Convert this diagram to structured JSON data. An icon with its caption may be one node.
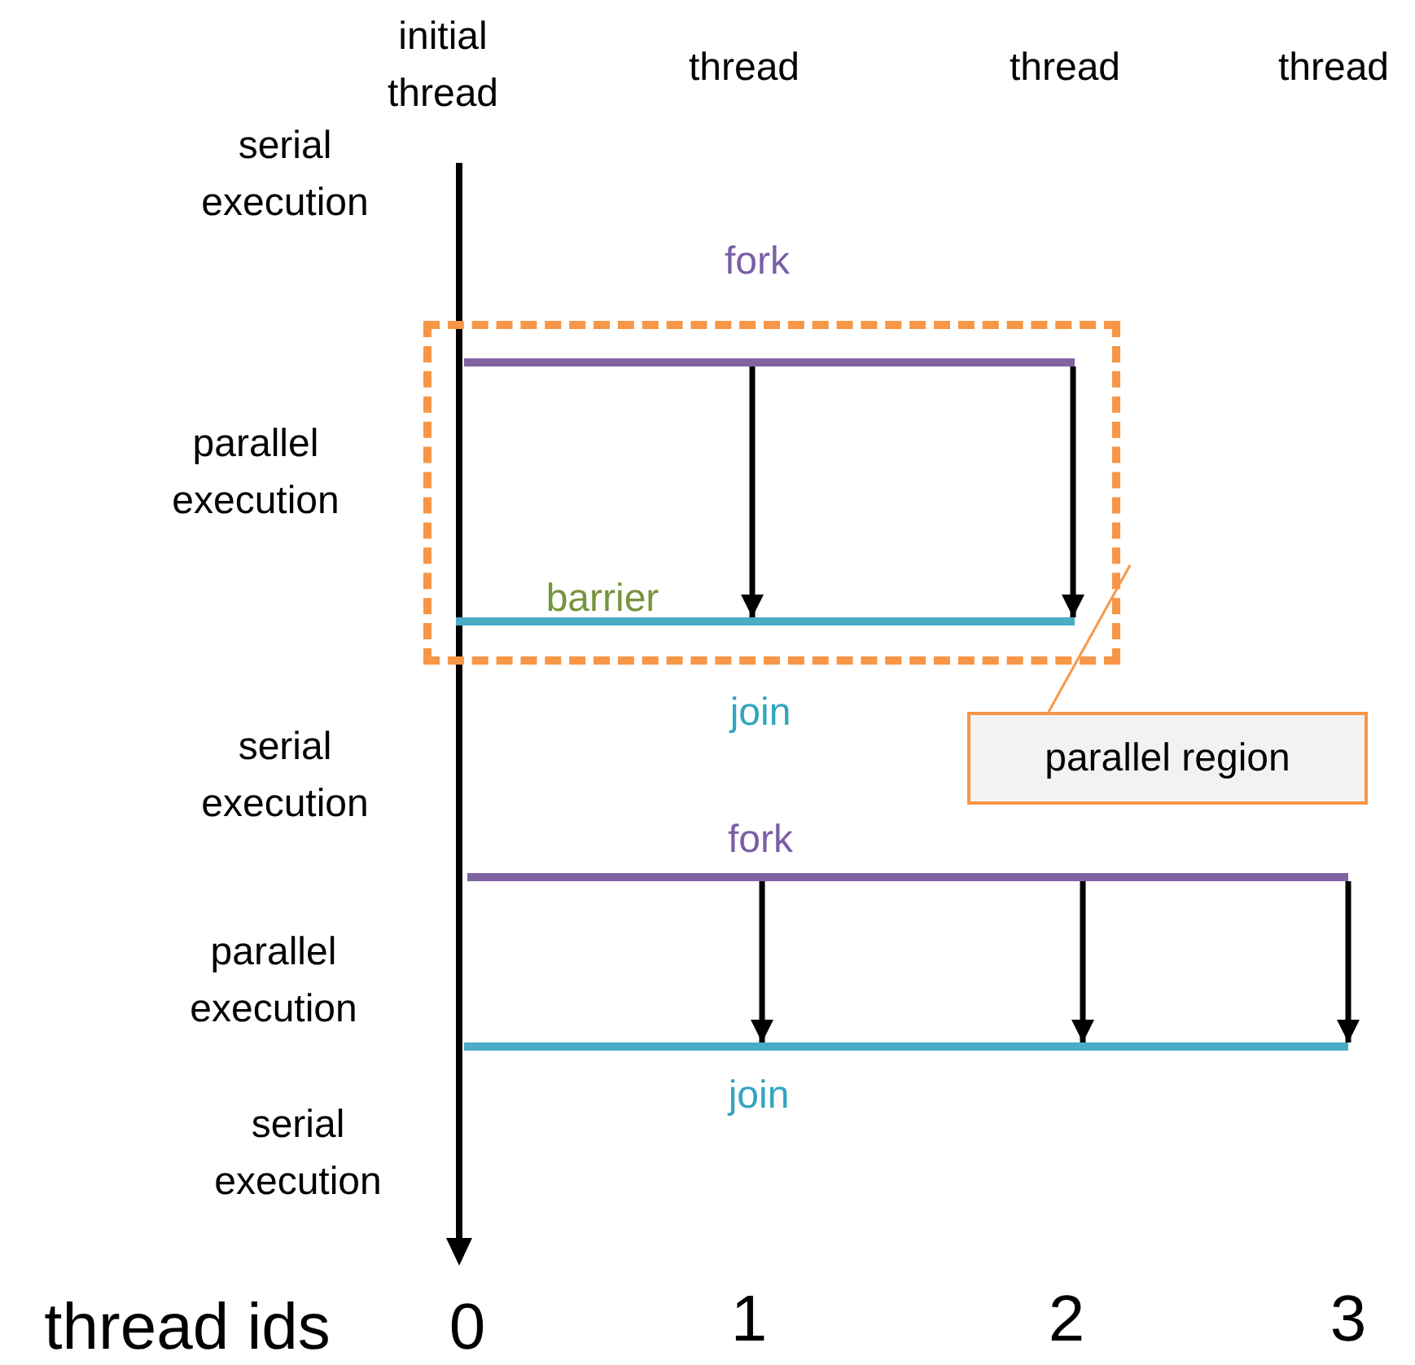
{
  "diagram": {
    "nodes": [
      {
        "text": [],
        "shape": "box"
      },
      {
        "text": [],
        "shape": "bar",
        "in": 0,
        "beside": [
          "fork"
        ]
      },
      {
        "text": [],
        "shape": "bar",
        "in": 0,
        "beside": [
          "barrier",
          "join"
        ]
      },
      {
        "text": [
          "parallel region"
        ]
      },
      {
        "text": [],
        "shape": "bar",
        "beside": [
          "fork"
        ]
      },
      {
        "text": [],
        "shape": "bar",
        "beside": [
          "join"
        ]
      }
    ],
    "edges": [
      {
        "from": 1,
        "to": 2,
        "arrow": "to"
      },
      {
        "from": 1,
        "to": 2,
        "arrow": "to"
      },
      {
        "from": 3,
        "to": 0,
        "arrow": "none",
        "color": "#f79646"
      },
      {
        "from": 4,
        "to": 5,
        "arrow": "to"
      },
      {
        "from": 4,
        "to": 5,
        "arrow": "to"
      },
      {
        "from": 4,
        "to": 5,
        "arrow": "to"
      }
    ],
    "labels": [
      "initial thread",
      "thread",
      "thread",
      "thread",
      "serial execution",
      "parallel execution",
      "serial execution",
      "parallel execution",
      "serial execution",
      "thread ids",
      "0",
      "1",
      "2",
      "3"
    ]
  }
}
